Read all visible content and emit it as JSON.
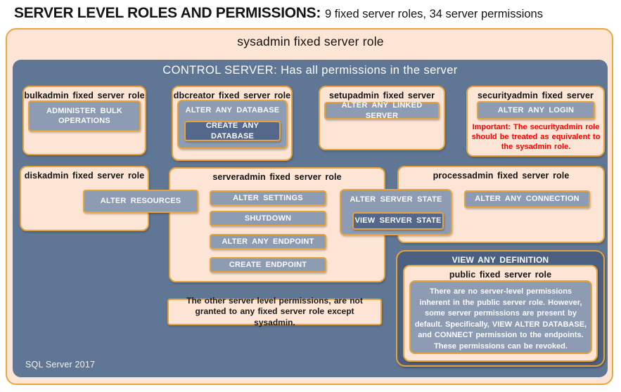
{
  "title": {
    "main": "SERVER LEVEL ROLES AND PERMISSIONS:",
    "sub": "9 fixed server roles, 34 server permissions"
  },
  "sysadmin": {
    "title": "sysadmin fixed server role"
  },
  "control_server": {
    "title": "CONTROL SERVER: Has all permissions in the server"
  },
  "roles": {
    "bulkadmin": {
      "title": "bulkadmin fixed server role",
      "permissions": [
        "ADMINISTER BULK OPERATIONS"
      ]
    },
    "dbcreator": {
      "title": "dbcreator fixed server role",
      "outer_permission": "ALTER ANY DATABASE",
      "nested_permission": "CREATE ANY DATABASE"
    },
    "setupadmin": {
      "title": "setupadmin fixed server role",
      "permissions": [
        "ALTER ANY LINKED SERVER"
      ]
    },
    "securityadmin": {
      "title": "securityadmin fixed server role",
      "permissions": [
        "ALTER ANY LOGIN"
      ],
      "warning": "Important:  The securityadmin role should be treated as equivalent to the sysadmin role."
    },
    "diskadmin": {
      "title": "diskadmin fixed server role",
      "shared_permission": "ALTER RESOURCES"
    },
    "serveradmin": {
      "title": "serveradmin fixed server role",
      "permissions": [
        "ALTER SETTINGS",
        "SHUTDOWN",
        "ALTER ANY ENDPOINT",
        "CREATE ENDPOINT"
      ],
      "shared_outer_permission": "ALTER SERVER STATE",
      "shared_nested_permission": "VIEW SERVER STATE"
    },
    "processadmin": {
      "title": "processadmin fixed server role",
      "permissions": [
        "ALTER ANY CONNECTION"
      ]
    },
    "public": {
      "outer_permission": "VIEW ANY DEFINITION",
      "title": "public fixed server role",
      "description": "There are no server-level permissions inherent in the public server role. However, some server permissions are present by default. Specifically, VIEW ALTER DATABASE, and CONNECT permission to the endpoints. These permissions can be revoked."
    }
  },
  "note": "The other server level permissions, are not granted to any fixed server role except sysadmin.",
  "footer": "SQL Server 2017",
  "colors": {
    "peach_fill": "#FCE5D4",
    "gold_border": "#E7A239",
    "slate_background": "#5F7795",
    "permission_fill": "#8D9CB3",
    "nested_permission_fill": "#54688C",
    "view_any_definition_fill": "#4B6080",
    "warning_text": "#FE0000",
    "text_dark": "#141414",
    "text_light": "#FBFBFB"
  }
}
